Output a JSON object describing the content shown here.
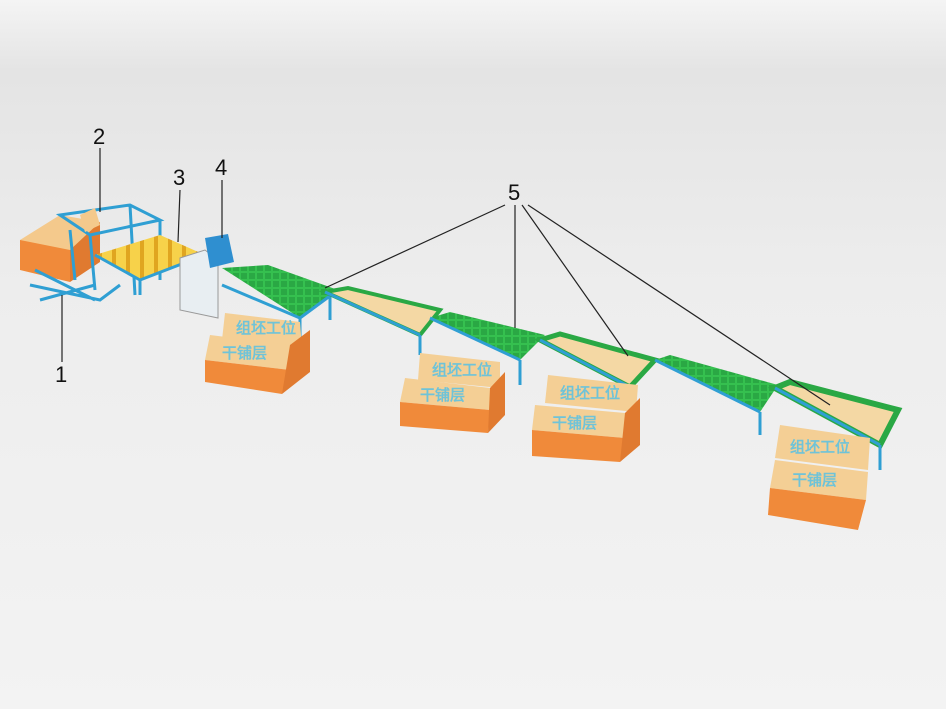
{
  "callouts": {
    "n1": "1",
    "n2": "2",
    "n3": "3",
    "n4": "4",
    "n5": "5"
  },
  "stations": [
    {
      "top_label": "组坯工位",
      "bottom_label": "干铺层"
    },
    {
      "top_label": "组坯工位",
      "bottom_label": "干铺层"
    },
    {
      "top_label": "组坯工位",
      "bottom_label": "干铺层"
    },
    {
      "top_label": "组坯工位",
      "bottom_label": "干铺层"
    }
  ],
  "colors": {
    "conveyor_green": "#2fb84a",
    "frame_blue": "#2f9fd3",
    "wood": "#f2c98a",
    "wood_side": "#f08a3a",
    "actuator": "#c2398f"
  }
}
